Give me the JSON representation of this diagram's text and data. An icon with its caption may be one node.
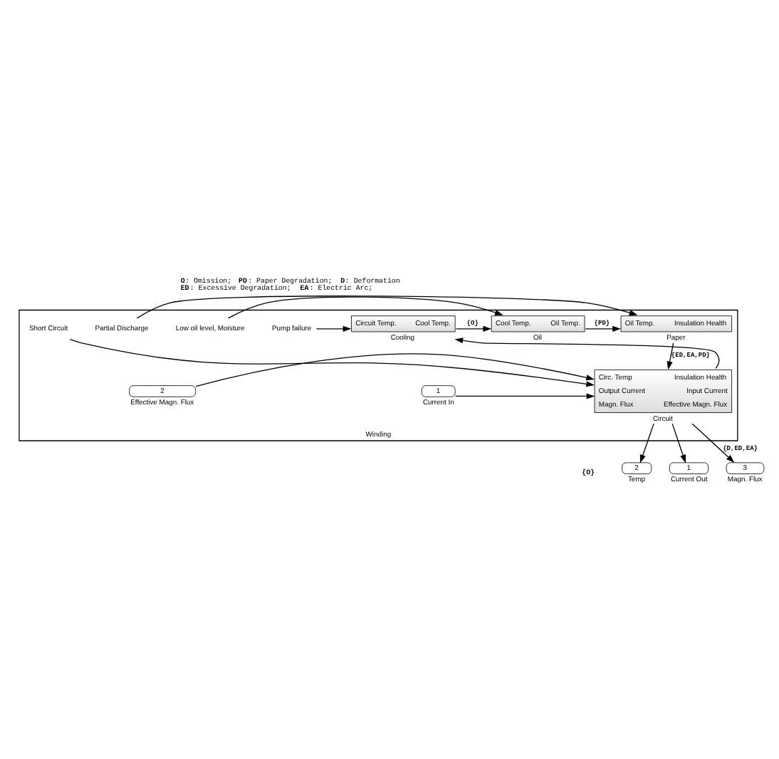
{
  "diagram": {
    "nodes": [
      {
        "text": [
          "Winding"
        ]
      },
      {
        "text": [
          "Circuit Temp.",
          "Cool Temp.",
          "Cooling"
        ],
        "in": 0
      },
      {
        "text": [
          "Cool Temp.",
          "Oil Temp.",
          "Oil"
        ],
        "in": 0
      },
      {
        "text": [
          "Oil Temp.",
          "Insulation Health",
          "Paper"
        ],
        "in": 0
      },
      {
        "text": [
          "Circ. Temp",
          "Insulation Health",
          "Output Current",
          "Input Current",
          "Magn. Flux",
          "Effective Magn. Flux",
          "Circuit"
        ],
        "in": 0
      },
      {
        "text": [
          "Pump failure"
        ],
        "in": 0
      },
      {
        "text": [
          "Low oil level, Moisture"
        ],
        "in": 0
      },
      {
        "text": [
          "Partial Discharge"
        ],
        "in": 0
      },
      {
        "text": [
          "Short Circuit"
        ],
        "in": 0
      },
      {
        "text": [
          "1",
          "Current In"
        ],
        "in": 0
      },
      {
        "text": [
          "2",
          "Effective Magn. Flux"
        ],
        "in": 0
      },
      {
        "text": [
          "2",
          "Temp"
        ]
      },
      {
        "text": [
          "1",
          "Current Out"
        ]
      },
      {
        "text": [
          "3",
          "Magn. Flux"
        ]
      }
    ],
    "edges": [
      {
        "from": 5,
        "to": 1,
        "arrow": "to"
      },
      {
        "from": 6,
        "to": 2,
        "arrow": "to"
      },
      {
        "from": 7,
        "to": 3,
        "arrow": "to"
      },
      {
        "from": 8,
        "to": 4,
        "arrow": "to"
      },
      {
        "from": 1,
        "to": 2,
        "arrow": "to",
        "label": "{O}"
      },
      {
        "from": 2,
        "to": 3,
        "arrow": "to",
        "label": "{PD}"
      },
      {
        "from": 3,
        "to": 4,
        "arrow": "to",
        "label": "{ED,EA,PD}"
      },
      {
        "from": 4,
        "to": 1,
        "arrow": "to"
      },
      {
        "from": 9,
        "to": 4,
        "arrow": "to"
      },
      {
        "from": 10,
        "to": 4,
        "arrow": "to"
      },
      {
        "from": 4,
        "to": 11,
        "arrow": "to"
      },
      {
        "from": 4,
        "to": 12,
        "arrow": "to"
      },
      {
        "from": 4,
        "to": 13,
        "arrow": "to",
        "label": "{D,ED,EA}"
      }
    ],
    "labels": [
      "**O**: Omission; **PD**: Paper Degradation; **D**: Deformation",
      "**ED**: Excessive Degradation; **EA**: Electric Arc;",
      "{O}"
    ]
  }
}
